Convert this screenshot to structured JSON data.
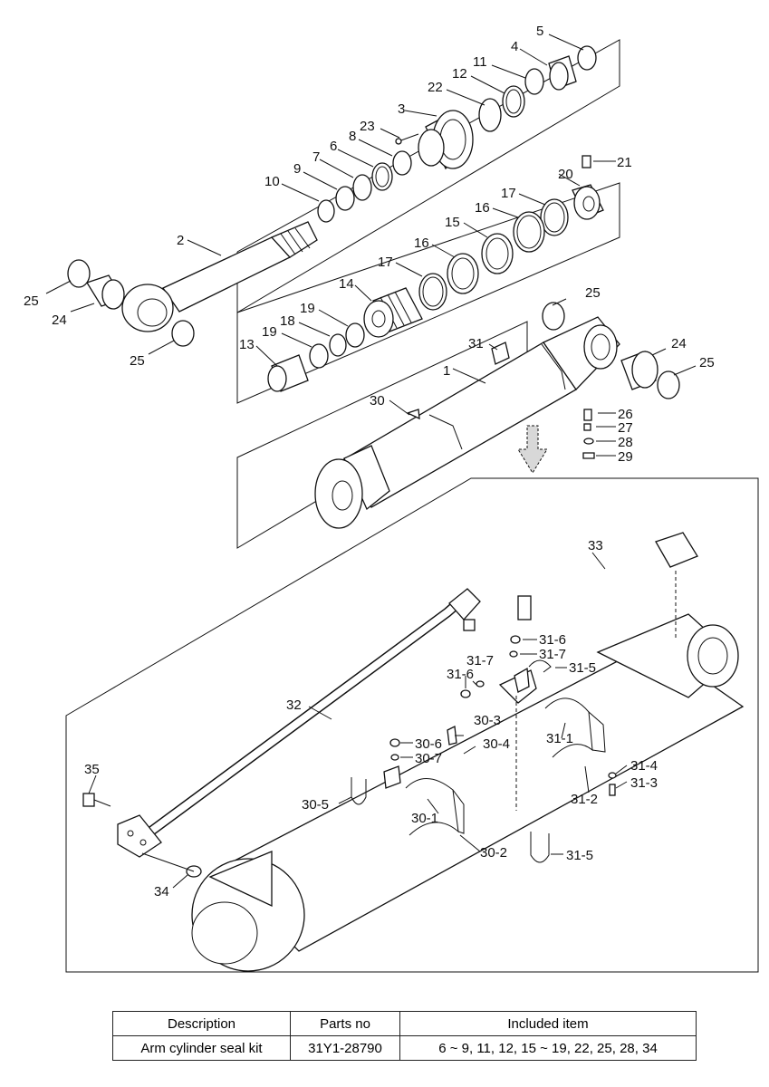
{
  "labels": {
    "l1": "1",
    "l2": "2",
    "l3": "3",
    "l4": "4",
    "l5": "5",
    "l6": "6",
    "l7": "7",
    "l8": "8",
    "l9": "9",
    "l10": "10",
    "l11": "11",
    "l12": "12",
    "l13": "13",
    "l14": "14",
    "l15": "15",
    "l16": "16",
    "l17": "17",
    "l18": "18",
    "l19": "19",
    "l20": "20",
    "l21": "21",
    "l22": "22",
    "l23": "23",
    "l24": "24",
    "l25": "25",
    "l26": "26",
    "l27": "27",
    "l28": "28",
    "l29": "29",
    "l30": "30",
    "l31": "31",
    "l32": "32",
    "l33": "33",
    "l34": "34",
    "l35": "35",
    "l30_1": "30-1",
    "l30_2": "30-2",
    "l30_3": "30-3",
    "l30_4": "30-4",
    "l30_5": "30-5",
    "l30_6": "30-6",
    "l30_7": "30-7",
    "l31_1": "31-1",
    "l31_2": "31-2",
    "l31_3": "31-3",
    "l31_4": "31-4",
    "l31_5": "31-5",
    "l31_6": "31-6",
    "l31_7": "31-7"
  },
  "table": {
    "headers": [
      "Description",
      "Parts no",
      "Included item"
    ],
    "rows": [
      [
        "Arm cylinder seal kit",
        "31Y1-28790",
        "6 ~ 9, 11, 12, 15 ~ 19, 22, 25, 28, 34"
      ]
    ]
  }
}
